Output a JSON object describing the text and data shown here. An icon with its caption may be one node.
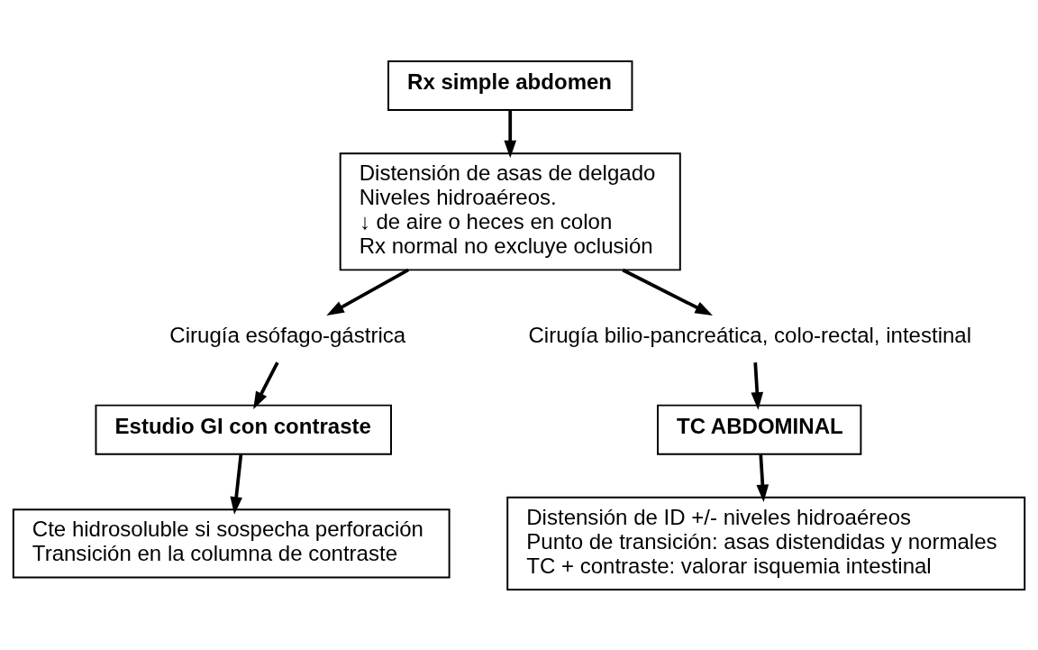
{
  "diagram": {
    "nodes": [
      {
        "text": [
          "Rx simple abdomen"
        ]
      },
      {
        "text": [
          "Distensión de asas de delgado",
          "Niveles hidroaéreos.",
          "↓ de aire o heces en colon",
          "Rx normal no excluye oclusión"
        ]
      },
      {
        "text": [
          "Cirugía esófago-gástrica"
        ]
      },
      {
        "text": [
          "Cirugía bilio-pancreática, colo-rectal, intestinal"
        ]
      },
      {
        "text": [
          "Estudio GI con contraste"
        ]
      },
      {
        "text": [
          "TC ABDOMINAL"
        ]
      },
      {
        "text": [
          "Cte hidrosoluble si sospecha perforación",
          "Transición en la columna de contraste"
        ]
      },
      {
        "text": [
          "Distensión de ID +/- niveles hidroaéreos",
          "Punto de transición: asas distendidas y normales",
          "TC + contraste: valorar isquemia intestinal"
        ]
      }
    ],
    "edges": [
      {
        "from": 0,
        "to": 1,
        "arrow": "to"
      },
      {
        "from": 1,
        "to": 2,
        "arrow": "to"
      },
      {
        "from": 1,
        "to": 3,
        "arrow": "to"
      },
      {
        "from": 2,
        "to": 4,
        "arrow": "to"
      },
      {
        "from": 3,
        "to": 5,
        "arrow": "to"
      },
      {
        "from": 4,
        "to": 6,
        "arrow": "to"
      },
      {
        "from": 5,
        "to": 7,
        "arrow": "to"
      }
    ]
  }
}
